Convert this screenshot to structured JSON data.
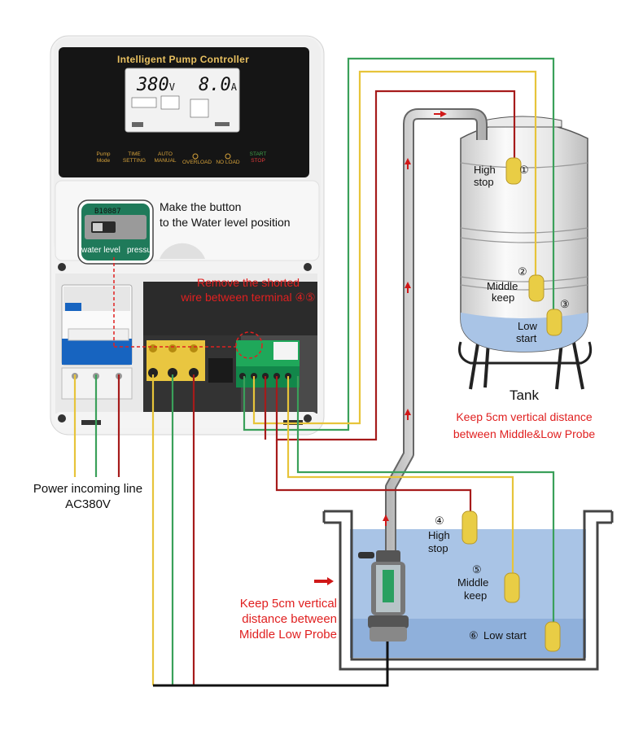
{
  "controller": {
    "title": "Intelligent Pump Controller",
    "voltage_display": "380",
    "voltage_unit": "V",
    "current_display": "8.0",
    "current_unit": "A",
    "buttons": [
      {
        "line1": "Pump",
        "line2": "Mode"
      },
      {
        "line1": "TIME",
        "line2": "SETTING"
      },
      {
        "line1": "AUTO",
        "line2": "MANUAL"
      },
      {
        "line1": "",
        "line2": "OVERLOAD"
      },
      {
        "line1": "",
        "line2": "NO LOAD"
      },
      {
        "line1": "START",
        "line2": "STOP"
      }
    ],
    "chip_label": "B10887",
    "switch_left_label": "water level",
    "switch_right_label": "pressu"
  },
  "annotations": {
    "button_note_line1": "Make the button",
    "button_note_line2": "to the Water level position",
    "remove_note_line1": "Remove the shorted",
    "remove_note_line2": "wire between terminal ④⑤",
    "power_line1": "Power incoming line",
    "power_line2": "AC380V",
    "tank_label": "Tank",
    "tank_note_line1": "Keep 5cm vertical distance",
    "tank_note_line2": "between Middle&Low Probe",
    "sump_note_line1": "Keep 5cm vertical",
    "sump_note_line2": "distance between",
    "sump_note_line3": "Middle Low Probe"
  },
  "tank_probes": {
    "high": {
      "num": "①",
      "line1": "High",
      "line2": "stop"
    },
    "middle": {
      "num": "②",
      "line1": "Middle",
      "line2": "keep"
    },
    "low": {
      "num": "③",
      "line1": "Low",
      "line2": "start"
    }
  },
  "sump_probes": {
    "high": {
      "num": "④",
      "line1": "High",
      "line2": "stop"
    },
    "middle": {
      "num": "⑤",
      "line1": "Middle",
      "line2": "keep"
    },
    "low": {
      "num": "⑥",
      "line1": "Low start"
    }
  },
  "colors": {
    "wire_red": "#a61b1b",
    "wire_yellow": "#e7c43a",
    "wire_green": "#3aa05a",
    "wire_black": "#111111",
    "note_red": "#e02020",
    "water": "#a9c4e6",
    "probe": "#e9cd45"
  }
}
